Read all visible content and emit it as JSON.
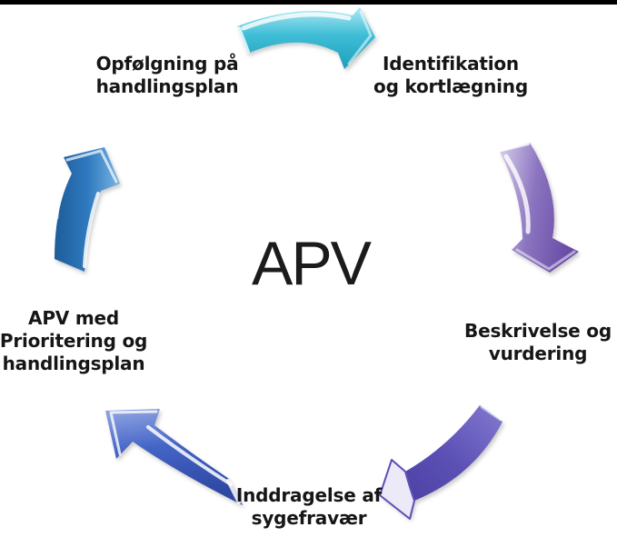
{
  "page": {
    "background_color": "#FFFFFF",
    "top_border_color": "#000000"
  },
  "diagram": {
    "type": "cycle",
    "center_label": "APV",
    "text_color": "#161616",
    "steps": [
      {
        "id": "opfolgning",
        "lines": [
          "Opfølgning på",
          "handlingsplan"
        ]
      },
      {
        "id": "identifikation",
        "lines": [
          "Identifikation",
          "og kortlægning"
        ]
      },
      {
        "id": "beskrivelse",
        "lines": [
          "Beskrivelse og",
          "vurdering"
        ]
      },
      {
        "id": "inddragelse",
        "lines": [
          "Inddragelse af",
          "sygefravær"
        ]
      },
      {
        "id": "apv-plan",
        "lines": [
          "APV med",
          "Prioritering og",
          "handlingsplan"
        ]
      }
    ],
    "arrows": [
      {
        "id": "arrow-top",
        "from": "Opfølgning på handlingsplan",
        "to": "Identifikation og kortlægning",
        "light": "#AEE9F3",
        "color": "#3FBDD6",
        "dark": "#1C9FBB"
      },
      {
        "id": "arrow-right",
        "from": "Identifikation og kortlægning",
        "to": "Beskrivelse og vurdering",
        "light": "#D8CFEA",
        "color": "#8B74C0",
        "dark": "#6A4DA6"
      },
      {
        "id": "arrow-bottom-right",
        "from": "Beskrivelse og vurdering",
        "to": "Inddragelse af sygefravær",
        "light": "#837AD0",
        "color": "#5B50B5",
        "dark": "#46399B",
        "head_color": "#ECE9F8"
      },
      {
        "id": "arrow-bottom-left",
        "from": "Inddragelse af sygefravær",
        "to": "APV med Prioritering og handlingsplan",
        "light": "#93A8E2",
        "color": "#4464C6",
        "dark": "#2E47A2"
      },
      {
        "id": "arrow-left",
        "from": "APV med Prioritering og handlingsplan",
        "to": "Opfølgning på handlingsplan",
        "light": "#79B4E4",
        "color": "#2E79BF",
        "dark": "#1E5C99"
      }
    ]
  }
}
